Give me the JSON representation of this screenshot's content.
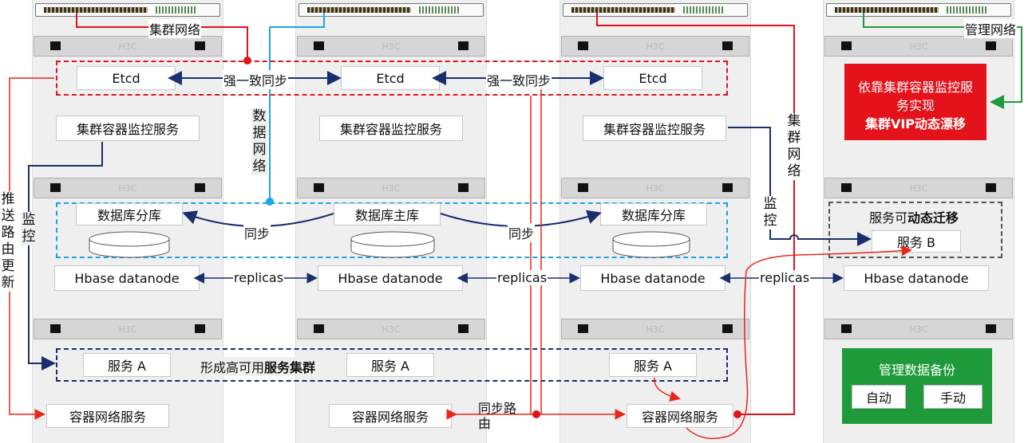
{
  "colors": {
    "red": "#e3121b",
    "blue": "#1a2f6e",
    "cyan": "#1aa6e6",
    "green": "#1f9a3a",
    "orange_red": "#e8261c"
  },
  "icons": {
    "switch": "network-switch-icon",
    "server": "rack-server-icon",
    "disk": "database-disk-icon"
  },
  "server_brand": "H3C",
  "networks": {
    "cluster": "集群网络",
    "cluster_vertical": "集群网络",
    "data": "数据网络",
    "management": "管理网络"
  },
  "etcd": {
    "label": "Etcd",
    "sync1": "强一致同步",
    "sync2": "强一致同步"
  },
  "monitor_service": "集群容器监控服务",
  "db": {
    "shard": "数据库分库",
    "master": "数据库主库",
    "sync": "同步"
  },
  "hbase": {
    "label": "Hbase datanode",
    "replicas": "replicas"
  },
  "services": {
    "a": "服务 A",
    "b": "服务 B",
    "cluster_prefix": "形成高可用",
    "cluster_bold": "服务集群"
  },
  "container_net": {
    "label": "容器网络服务",
    "sync_route": "同步路由"
  },
  "side_labels": {
    "push_route": "推送路由更新",
    "monitor_left": "监控",
    "monitor_right": "监控"
  },
  "vip_panel": {
    "line1": "依靠集群容器监控服",
    "line2": "务实现",
    "line3": "集群VIP动态漂移"
  },
  "migrate": {
    "prefix": "服务可",
    "bold": "动态迁移"
  },
  "backup": {
    "title": "管理数据备份",
    "auto": "自动",
    "manual": "手动"
  }
}
